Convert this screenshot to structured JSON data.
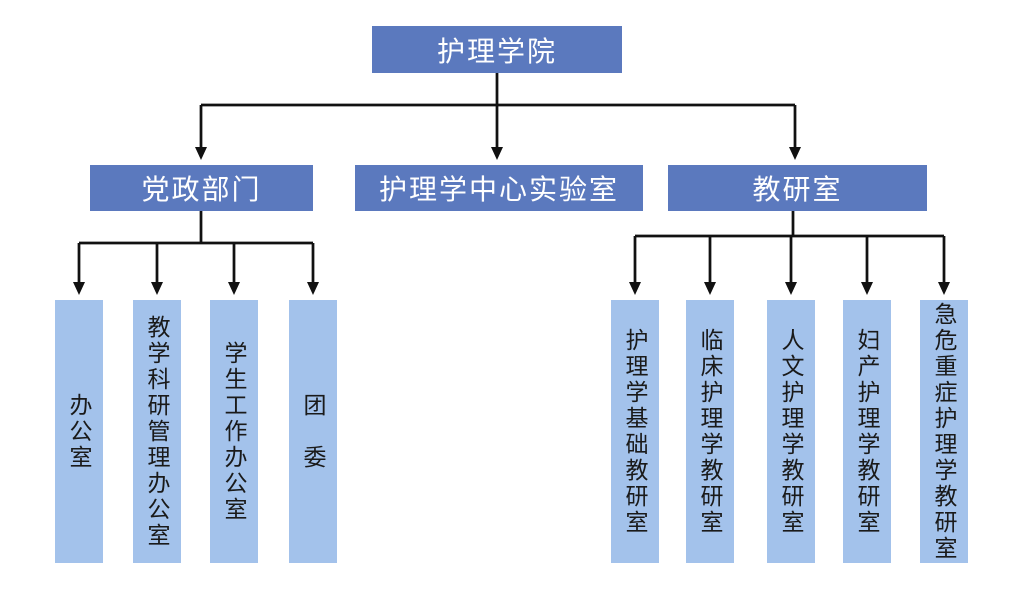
{
  "org_chart": {
    "root": {
      "label": "护理学院"
    },
    "branches": [
      {
        "label": "党政部门",
        "children": [
          {
            "label": "办公室"
          },
          {
            "label": "教学科研管理办公室"
          },
          {
            "label": "学生工作办公室"
          },
          {
            "label": "团　委"
          }
        ]
      },
      {
        "label": "护理学中心实验室",
        "children": []
      },
      {
        "label": "教研室",
        "children": [
          {
            "label": "护理学基础教研室"
          },
          {
            "label": "临床护理学教研室"
          },
          {
            "label": "人文护理学教研室"
          },
          {
            "label": "妇产护理学教研室"
          },
          {
            "label": "急危重症护理学教研室"
          }
        ]
      }
    ],
    "colors": {
      "branch_box_fill": "#5b79be",
      "leaf_box_fill": "#a3c2eb",
      "connector": "#111111",
      "branch_text": "#ffffff",
      "leaf_text": "#1a1a1a"
    }
  }
}
